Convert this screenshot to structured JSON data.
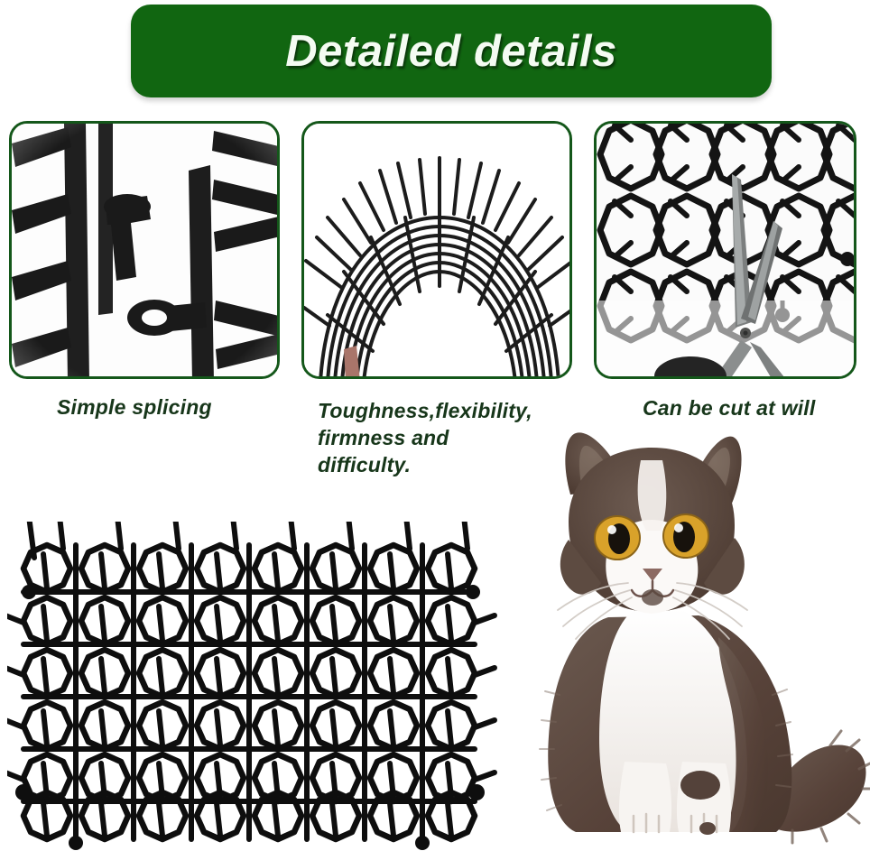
{
  "banner": {
    "title": "Detailed details",
    "bg_color": "#116611",
    "text_color": "#f4fbf2"
  },
  "panels": [
    {
      "id": "simple-splicing",
      "caption": "Simple splicing",
      "image_alt": "close-up-of-black-plastic-spike-mat-splice-connectors",
      "border_color": "#14571a"
    },
    {
      "id": "toughness-flexibility",
      "caption": "Toughness,flexibility, firmness and difficulty.",
      "caption_lines": [
        "Toughness,flexibility,",
        "firmness and",
        "difficulty."
      ],
      "image_alt": "spike-mat-bent-into-an-arch-showing-flexibility",
      "border_color": "#14571a"
    },
    {
      "id": "can-be-cut",
      "caption": "Can be cut at will",
      "image_alt": "scissors-cutting-the-black-spike-mat-grid",
      "border_color": "#14571a"
    }
  ],
  "product": {
    "alt": "black-plastic-anti-cat-spike-mat-octagonal-lattice",
    "color": "#111111",
    "grid_columns": 8,
    "grid_rows": 6
  },
  "cat": {
    "alt": "brown-and-white-british-shorthair-cat-sitting",
    "eye_color": "#d9a22a",
    "fur_dark": "#574239",
    "fur_light": "#f3efec"
  },
  "background_color": "#ffffff"
}
